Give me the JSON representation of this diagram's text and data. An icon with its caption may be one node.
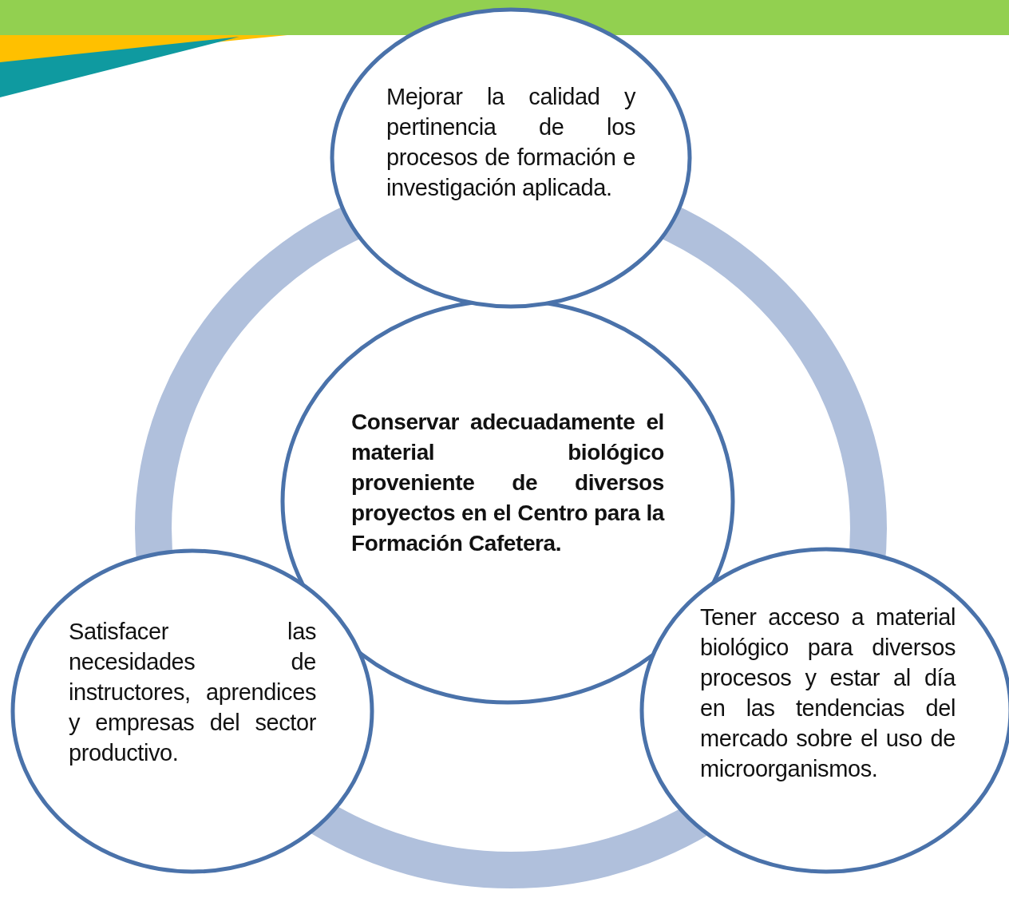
{
  "diagram": {
    "nodes": [
      {
        "text": [
          "Mejorar la calidad y pertinencia de los procesos de formación e investigación aplicada."
        ]
      },
      {
        "text": [
          "Conservar adecuadamente el material biológico proveniente de diversos proyectos en el Centro para la Formación Cafetera."
        ]
      },
      {
        "text": [
          "Satisfacer las necesidades de instructores, aprendices y empresas del sector productivo."
        ]
      },
      {
        "text": [
          "Tener acceso a material biológico para diversos procesos y estar al día en las tendencias del mercado sobre el uso de microorganismos."
        ]
      }
    ],
    "edges": []
  }
}
